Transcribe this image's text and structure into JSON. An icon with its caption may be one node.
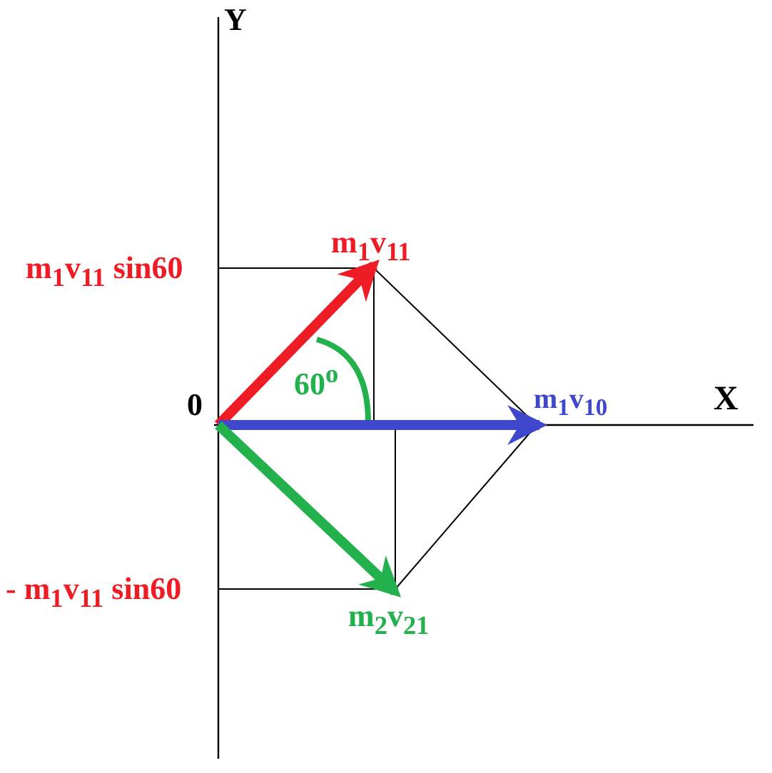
{
  "diagram": {
    "nodes": [
      {
        "text": [
          "0"
        ]
      },
      {
        "text": [
          "m$_{1}$v$_{11}$"
        ]
      },
      {
        "text": [
          "m$_{1}$v$_{10}$"
        ]
      },
      {
        "text": [
          "m$_{2}$v$_{21}$"
        ]
      }
    ],
    "edges": [
      {
        "from": 0,
        "to": 1,
        "arrow": "to",
        "color": "#ee1c24"
      },
      {
        "from": 0,
        "to": 2,
        "arrow": "to",
        "color": "#3f48cc"
      },
      {
        "from": 0,
        "to": 3,
        "arrow": "to",
        "color": "#22b14c"
      }
    ],
    "labels": [
      "Y",
      "m$_{1}$v$_{11}$ sin60",
      "60$^{o}$",
      "X",
      "- m$_{1}$v$_{11}$ sin60"
    ]
  }
}
